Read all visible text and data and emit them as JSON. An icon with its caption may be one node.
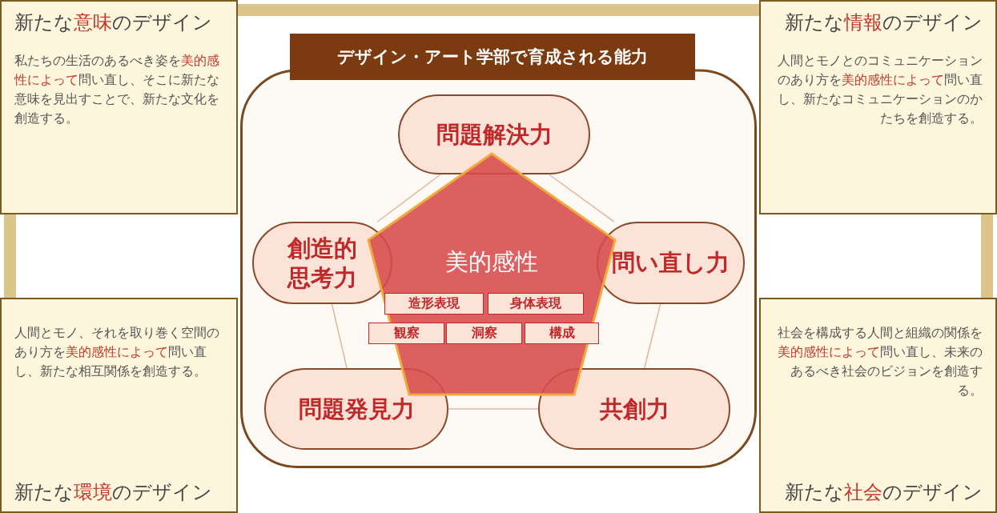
{
  "diagram": {
    "nodes": [
      {
        "text": [
          "新たな**意味**のデザイン",
          "私たちの生活のあるべき姿を**美的感性によって**問い直し、そこに新たな意味を見出すことで、新たな文化を創造する。"
        ]
      },
      {
        "text": [
          "新たな**情報**のデザイン",
          "人間とモノとのコミュニケーションのあり方を**美的感性によって**問い直し、新たなコミュニケーションのかたちを創造する。"
        ]
      },
      {
        "text": [
          "人間とモノ、それを取り巻く空間のあり方を**美的感性によって**問い直し、新たな相互関係を創造する。",
          "新たな**環境**のデザイン"
        ]
      },
      {
        "text": [
          "社会を構成する人間と組織の関係を**美的感性によって**問い直し、未来のあるべき社会のビジョンを創造する。",
          "新たな**社会**のデザイン"
        ]
      },
      {
        "text": [
          "デザイン・アート学部で育成される能力"
        ]
      },
      {
        "text": [
          "問題解決力"
        ],
        "in": 4
      },
      {
        "text": [
          "創造的思考力"
        ],
        "in": 4
      },
      {
        "text": [
          "美的感性"
        ],
        "in": 4
      },
      {
        "text": [
          "造形表現"
        ],
        "in": 7
      },
      {
        "text": [
          "身体表現"
        ],
        "in": 7
      },
      {
        "text": [
          "観察"
        ],
        "in": 7
      },
      {
        "text": [
          "洞察"
        ],
        "in": 7
      },
      {
        "text": [
          "構成"
        ],
        "in": 7
      },
      {
        "text": [
          "問い直し力"
        ],
        "in": 4
      },
      {
        "text": [
          "問題発見力"
        ],
        "in": 4
      },
      {
        "text": [
          "共創力"
        ],
        "in": 4
      }
    ],
    "edges": [
      {
        "from": 5,
        "to": 13,
        "arrow": "none"
      },
      {
        "from": 13,
        "to": 15,
        "arrow": "none"
      },
      {
        "from": 15,
        "to": 14,
        "arrow": "none"
      },
      {
        "from": 14,
        "to": 6,
        "arrow": "none"
      },
      {
        "from": 6,
        "to": 5,
        "arrow": "none"
      }
    ]
  }
}
